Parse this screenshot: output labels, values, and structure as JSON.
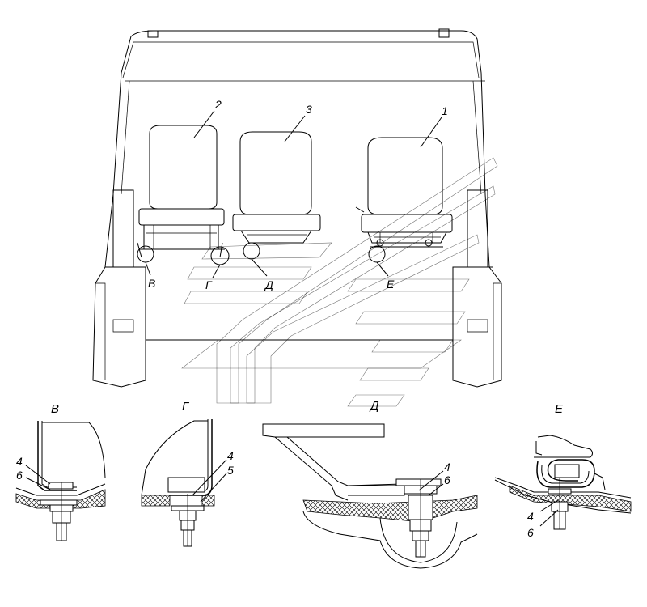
{
  "callouts": {
    "seat_driver": "1",
    "seat_left": "2",
    "seat_middle": "3"
  },
  "view_markers": {
    "v": "В",
    "g": "Г",
    "d": "Д",
    "e": "Е"
  },
  "detail_titles": {
    "v": "В",
    "g": "Г",
    "d": "Д",
    "e": "Е"
  },
  "detail_v": {
    "top_callout": "4",
    "bottom_callout": "6"
  },
  "detail_g": {
    "top_callout": "4",
    "bottom_callout": "5"
  },
  "detail_d": {
    "top_callout": "4",
    "bottom_callout": "6"
  },
  "detail_e": {
    "top_callout": "4",
    "bottom_callout": "6"
  }
}
